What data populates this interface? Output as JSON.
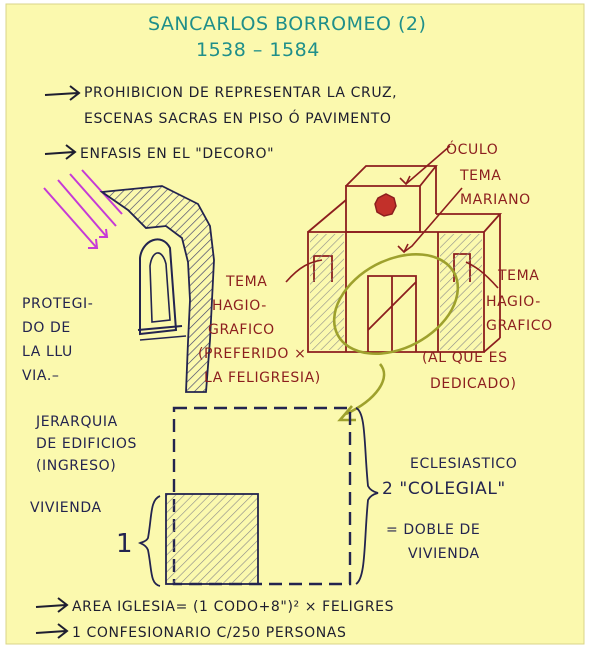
{
  "title": {
    "line1": "SANCARLOS BORROMEO (2)",
    "line2": "1538 – 1584"
  },
  "notes": {
    "prohibition_1": "PROHIBICION DE REPRESENTAR LA CRUZ,",
    "prohibition_2": "ESCENAS SACRAS EN PISO Ó PAVIMENTO",
    "decoro": "ENFASIS EN EL \"DECORO\""
  },
  "facade_labels": {
    "oculo": "ÓCULO",
    "tema_mariano_1": "TEMA",
    "tema_mariano_2": "MARIANO",
    "tema_hag_left_1": "TEMA",
    "tema_hag_left_2": "HAGIO-",
    "tema_hag_left_3": "GRAFICO",
    "preferido_1": "(PREFERIDO ×",
    "preferido_2": "LA FELIGRESIA)",
    "tema_hag_right_1": "TEMA",
    "tema_hag_right_2": "HAGIO-",
    "tema_hag_right_3": "GRAFICO",
    "dedicado_1": "(AL QUE ES",
    "dedicado_2": "DEDICADO)"
  },
  "rain_labels": {
    "line1": "PROTEGI-",
    "line2": "DO DE",
    "line3": "LA LLU",
    "line4": "VIA.–"
  },
  "hierarchy": {
    "title_1": "JERARQUIA",
    "title_2": "DE EDIFICIOS",
    "title_3": "(INGRESO)",
    "vivienda": "VIVIENDA",
    "one": "1",
    "eclesiastico_1": "ECLESIASTICO",
    "eclesiastico_2": "2 \"COLEGIAL\"",
    "doble_1": "= DOBLE DE",
    "doble_2": "VIVIENDA"
  },
  "footer": {
    "area": "AREA IGLESIA= (1 CODO+8\")² × FELIGRES",
    "confesionario": "1 CONFESIONARIO C/250 PERSONAS"
  },
  "colors": {
    "paper": "#fbf9ae",
    "teal_ink": "#1f8f8a",
    "dark_ink": "#1e1e30",
    "red_ink": "#8c1e1e",
    "navy_ink": "#23244f",
    "magenta_ink": "#c63ad6",
    "olive_ink": "#9ea12d"
  }
}
